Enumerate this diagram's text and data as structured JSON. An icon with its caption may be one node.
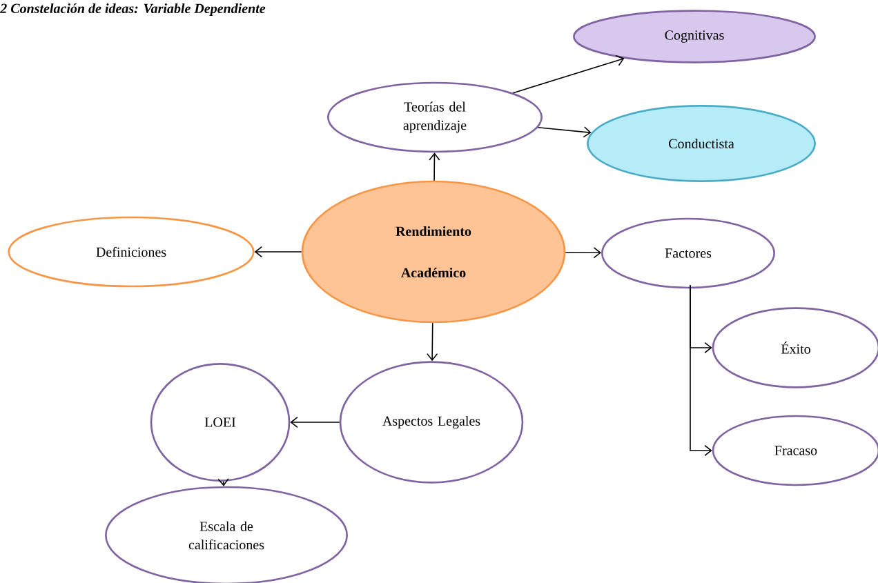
{
  "diagram": {
    "title": "2 Constelación de ideas: Variable Dependiente",
    "nodes": [
      {
        "text": [
          "Rendimiento Académico"
        ]
      },
      {
        "text": [
          "Teorías del aprendizaje"
        ]
      },
      {
        "text": [
          "Cognitivas"
        ]
      },
      {
        "text": [
          "Conductista"
        ]
      },
      {
        "text": [
          "Definiciones"
        ]
      },
      {
        "text": [
          "Factores"
        ]
      },
      {
        "text": [
          "Éxito"
        ]
      },
      {
        "text": [
          "Fracaso"
        ]
      },
      {
        "text": [
          "Aspectos Legales"
        ]
      },
      {
        "text": [
          "LOEI"
        ]
      },
      {
        "text": [
          "Escala de calificaciones"
        ]
      }
    ],
    "edges": [
      {
        "from": 0,
        "to": 1,
        "arrow": "to"
      },
      {
        "from": 1,
        "to": 2,
        "arrow": "to"
      },
      {
        "from": 1,
        "to": 3,
        "arrow": "to"
      },
      {
        "from": 0,
        "to": 4,
        "arrow": "to"
      },
      {
        "from": 0,
        "to": 5,
        "arrow": "to"
      },
      {
        "from": 5,
        "to": 6,
        "arrow": "to"
      },
      {
        "from": 5,
        "to": 7,
        "arrow": "to"
      },
      {
        "from": 0,
        "to": 8,
        "arrow": "to"
      },
      {
        "from": 8,
        "to": 9,
        "arrow": "to"
      },
      {
        "from": 9,
        "to": 10,
        "arrow": "to"
      }
    ]
  }
}
